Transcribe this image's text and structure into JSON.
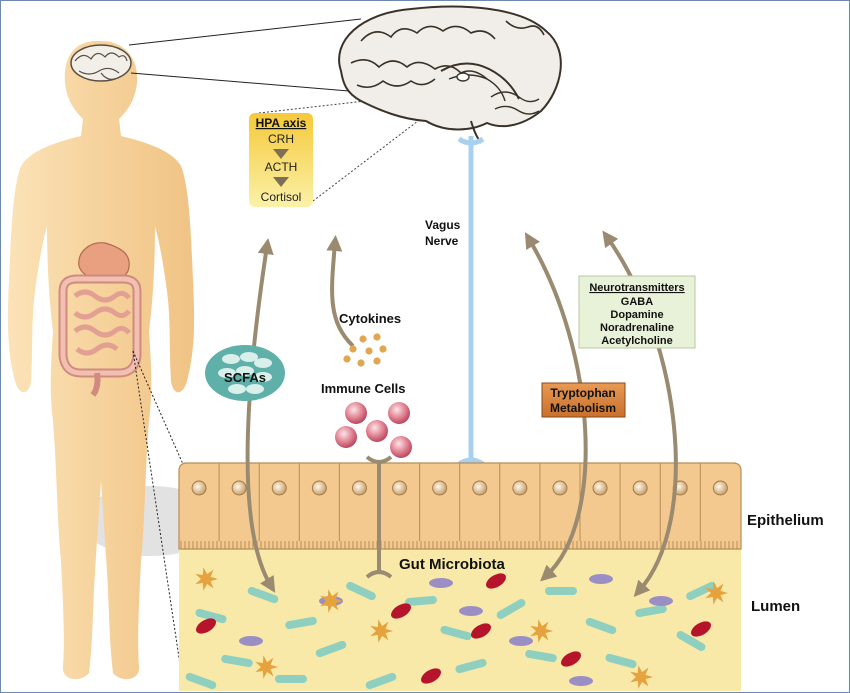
{
  "hpa": {
    "title": "HPA axis",
    "steps": [
      "CRH",
      "ACTH",
      "Cortisol"
    ]
  },
  "vagus": {
    "line1": "Vagus",
    "line2": "Nerve"
  },
  "scfas": "SCFAs",
  "cytokines": "Cytokines",
  "immune_cells": "Immune Cells",
  "tryptophan": {
    "line1": "Tryptophan",
    "line2": "Metabolism"
  },
  "neurotransmitters": {
    "title": "Neurotransmitters",
    "items": [
      "GABA",
      "Dopamine",
      "Noradrenaline",
      "Acetylcholine"
    ]
  },
  "gut_microbiota": "Gut Microbiota",
  "epithelium": "Epithelium",
  "lumen": "Lumen",
  "colors": {
    "arrow": "#9a8a70",
    "vagus": "#aad0f0",
    "tissue": "#f3c98f",
    "lumen": "#f8e9a8",
    "hpa_box": "#f7d84a",
    "tryptophan_box": "#d9823f",
    "neuro_box": "#e8f2d8"
  }
}
